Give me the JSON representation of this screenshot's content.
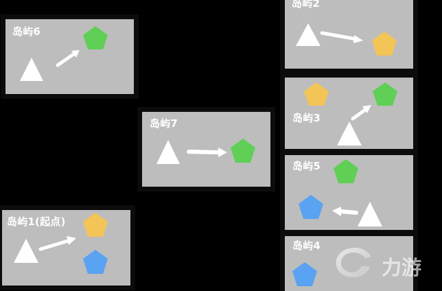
{
  "colors": {
    "panel": "#bdbdbd",
    "background": "#000000",
    "green": "#5fcf55",
    "yellow": "#f3c456",
    "blue": "#5aa2f2",
    "white": "#ffffff"
  },
  "islands": {
    "island6": {
      "label": "岛屿6"
    },
    "island2": {
      "label": "岛屿2"
    },
    "island7": {
      "label": "岛屿7"
    },
    "island3": {
      "label": "岛屿3"
    },
    "island5": {
      "label": "岛屿5"
    },
    "island1": {
      "label": "岛屿1(起点)"
    },
    "island4": {
      "label": "岛屿4"
    }
  },
  "watermark": {
    "text": "力游"
  }
}
